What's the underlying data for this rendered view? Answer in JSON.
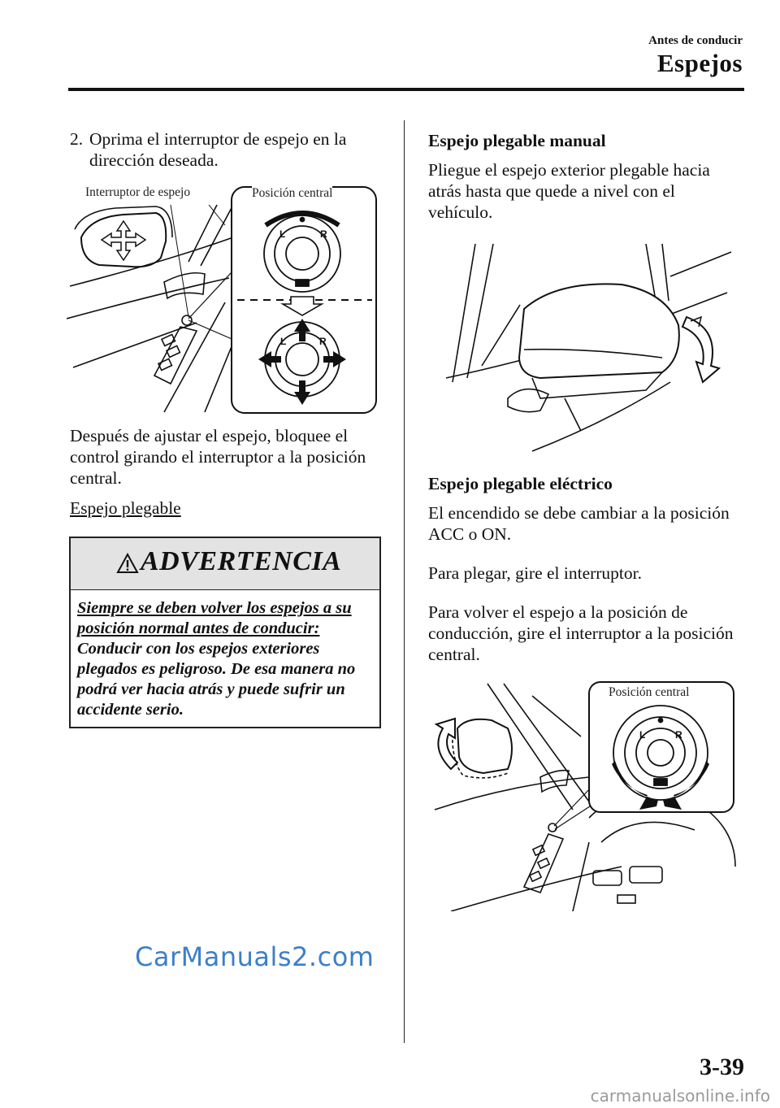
{
  "header": {
    "section": "Antes de conducir",
    "title": "Espejos"
  },
  "left": {
    "step_number": "2.",
    "step_text": "Oprima el interruptor de espejo en la dirección deseada.",
    "figure1": {
      "label_switch": "Interruptor de espejo",
      "label_center": "Posición central"
    },
    "after_adjust": "Después de ajustar el espejo, bloquee el control girando el interruptor a la posición central.",
    "folding_heading": "Espejo plegable",
    "warning": {
      "title": "ADVERTENCIA",
      "underlined": "Siempre se deben volver los espejos a su posición normal antes de conducir:",
      "text": "Conducir con los espejos exteriores plegados es peligroso. De esa manera no podrá ver hacia atrás y puede sufrir un accidente serio."
    }
  },
  "right": {
    "manual_heading": "Espejo plegable manual",
    "manual_text": "Pliegue el espejo exterior plegable hacia atrás hasta que quede a nivel con el vehículo.",
    "electric_heading": "Espejo plegable eléctrico",
    "electric_p1": "El encendido se debe cambiar a la posición ACC o ON.",
    "electric_p2": "Para plegar, gire el interruptor.",
    "electric_p3": "Para volver el espejo a la posición de conducción, gire el interruptor a la posición central.",
    "figure3": {
      "label_center": "Posición central"
    }
  },
  "footer": {
    "page_number": "3-39",
    "watermark": "CarManuals2.com",
    "site": "carmanualsonline.info"
  },
  "icons": {
    "warning": "warning-triangle-icon",
    "arrows": "arrow-icon"
  }
}
